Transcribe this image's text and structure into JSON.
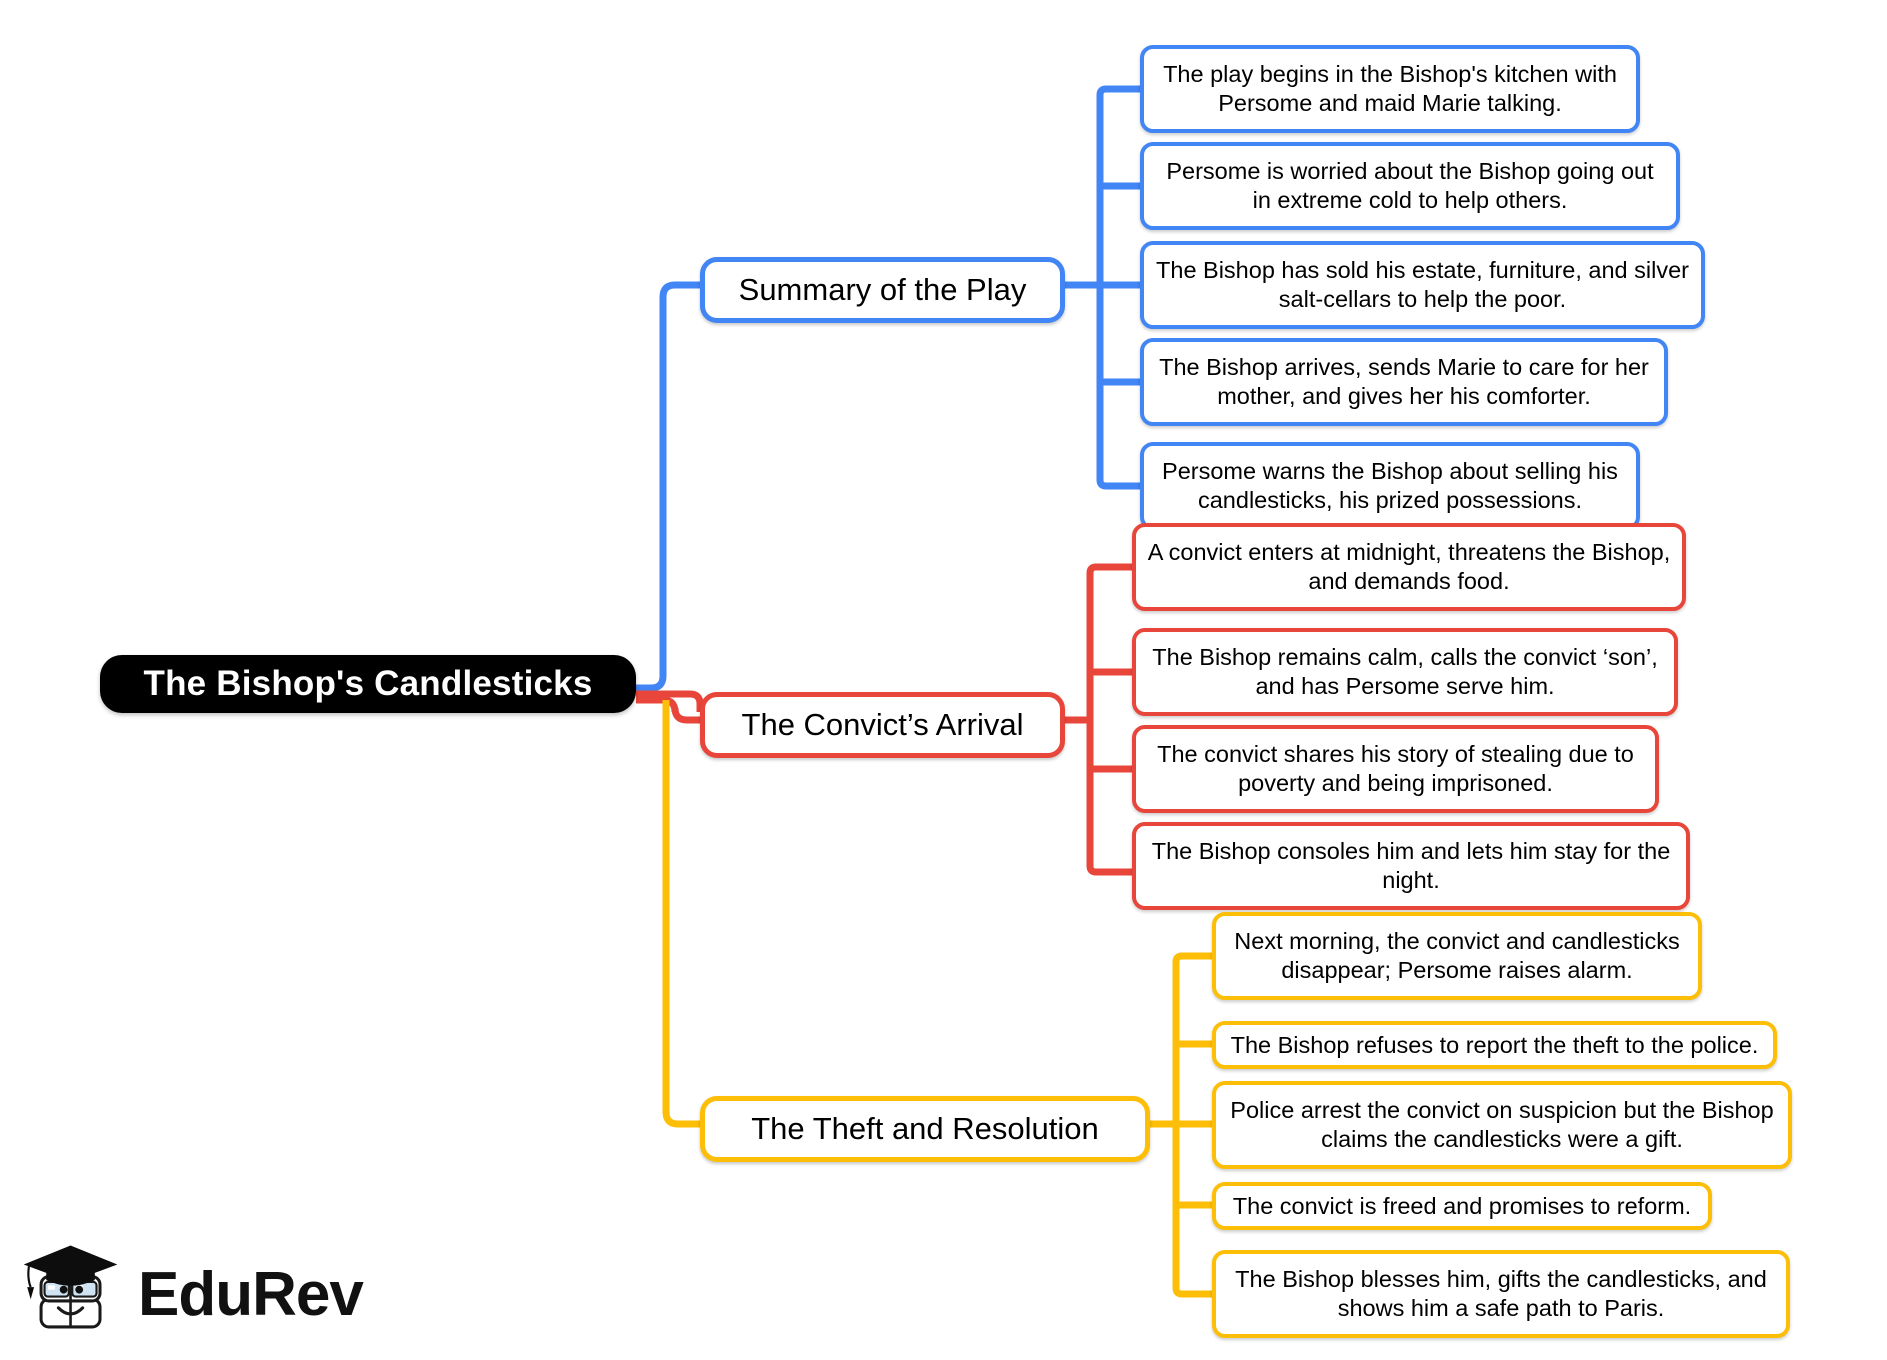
{
  "root": {
    "label": "The Bishop's Candlesticks"
  },
  "colors": {
    "root_fill": "#000000",
    "root_text": "#ffffff",
    "branch_blue": "#4285f4",
    "branch_red": "#e8463a",
    "branch_yellow": "#fcbe06",
    "node_fill": "#ffffff",
    "canvas": "#ffffff"
  },
  "branches": [
    {
      "id": "summary",
      "label": "Summary of the Play",
      "color": "#4285f4",
      "leaves": [
        {
          "text": "The play begins in the Bishop's kitchen with Persome and maid Marie talking."
        },
        {
          "text": "Persome is worried about the Bishop going out in extreme cold to help others."
        },
        {
          "text": "The Bishop has sold his estate, furniture, and silver salt-cellars to help the poor."
        },
        {
          "text": "The Bishop arrives, sends Marie to care for her mother, and gives her his comforter."
        },
        {
          "text": "Persome warns the Bishop about selling his candlesticks, his prized possessions."
        }
      ]
    },
    {
      "id": "convict-arrival",
      "label": "The Convict’s Arrival",
      "color": "#e8463a",
      "leaves": [
        {
          "text": "A convict enters at midnight, threatens the Bishop, and demands food."
        },
        {
          "text": "The Bishop remains calm, calls the convict ‘son’, and has Persome serve him."
        },
        {
          "text": "The convict shares his story of stealing due to poverty and being imprisoned."
        },
        {
          "text": "The Bishop consoles him and lets him stay for the night."
        }
      ]
    },
    {
      "id": "theft-resolution",
      "label": "The Theft and Resolution",
      "color": "#fcbe06",
      "leaves": [
        {
          "text": "Next morning, the convict and candlesticks disappear; Persome raises alarm."
        },
        {
          "text": "The Bishop refuses to report the theft to the police."
        },
        {
          "text": "Police arrest the convict on suspicion but the Bishop claims the candlesticks were a gift."
        },
        {
          "text": "The convict is freed and promises to reform."
        },
        {
          "text": "The Bishop blesses him, gifts the candlesticks, and shows him a safe path to Paris."
        }
      ]
    }
  ],
  "logo": {
    "text": "EduRev",
    "mark": "graduation-cap-book-icon"
  }
}
